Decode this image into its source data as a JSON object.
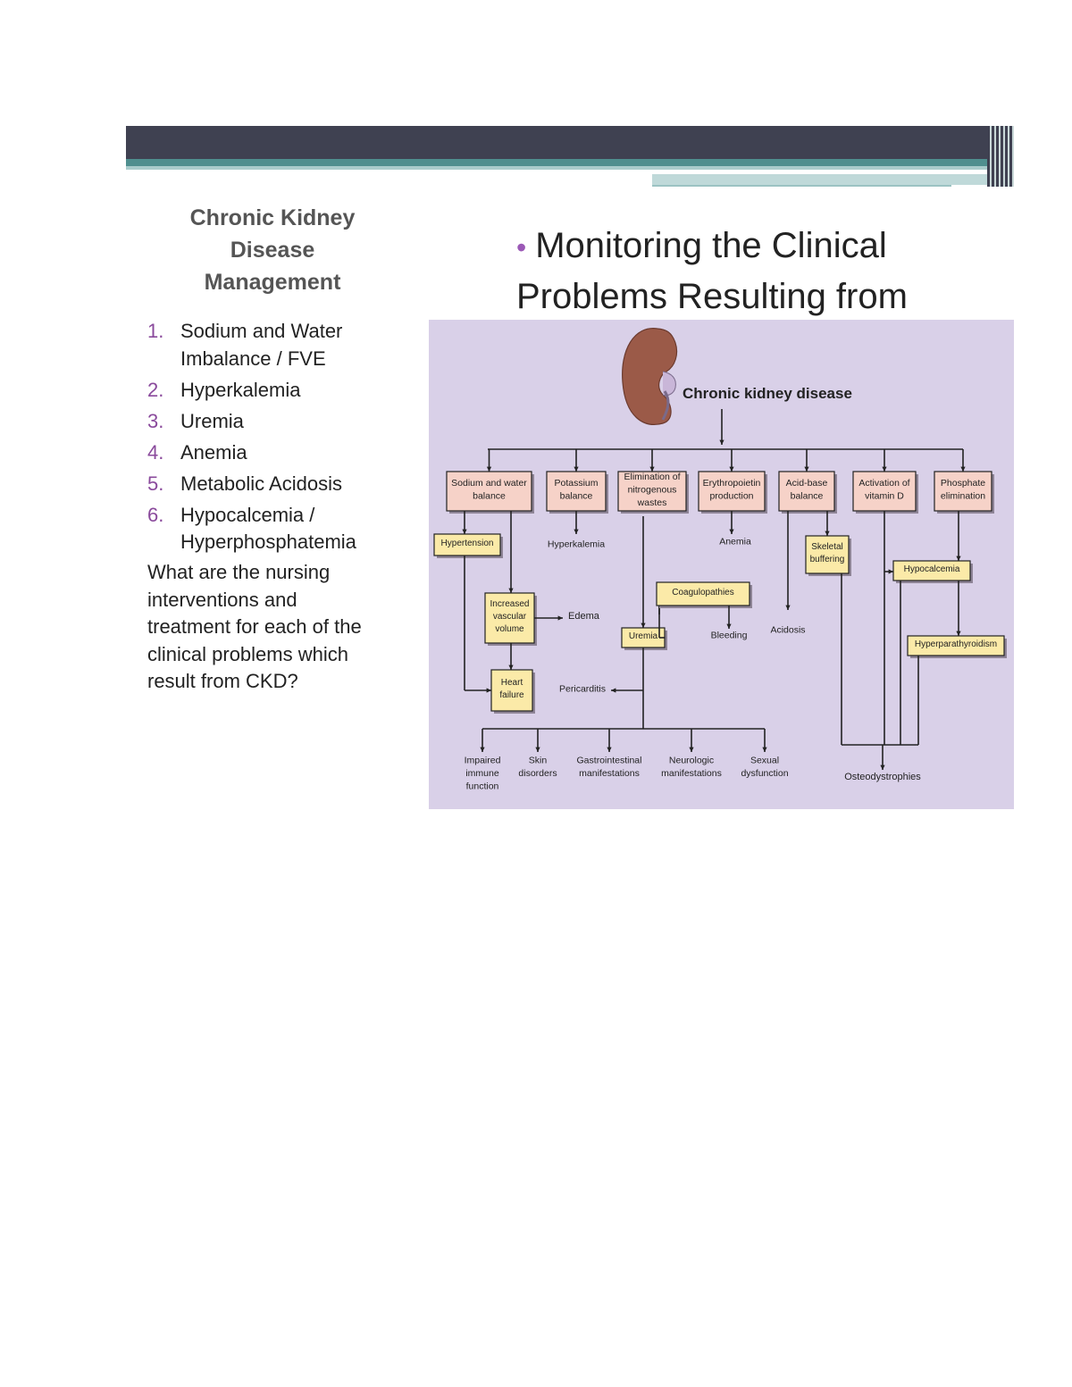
{
  "sidebar": {
    "title_lines": [
      "Chronic Kidney",
      "Disease",
      "Management"
    ],
    "items": [
      {
        "num": "1.",
        "lines": [
          "Sodium and Water",
          "Imbalance / FVE"
        ]
      },
      {
        "num": "2.",
        "lines": [
          "Hyperkalemia"
        ]
      },
      {
        "num": "3.",
        "lines": [
          "Uremia"
        ]
      },
      {
        "num": "4.",
        "lines": [
          "Anemia"
        ]
      },
      {
        "num": "5.",
        "lines": [
          "Metabolic Acidosis"
        ]
      },
      {
        "num": "6.",
        "lines": [
          "Hypocalcemia /",
          "Hyperphosphatemia"
        ]
      }
    ],
    "question_lines": [
      "What are the nursing",
      "interventions and",
      "treatment for each of the",
      "clinical problems which",
      "result from CKD?"
    ]
  },
  "main": {
    "bullet": "•",
    "heading_lines": [
      "Monitoring the Clinical",
      "Problems Resulting from"
    ]
  },
  "diagram": {
    "root": "Chronic kidney disease",
    "categories": [
      {
        "lines": [
          "Sodium and water",
          "balance"
        ]
      },
      {
        "lines": [
          "Potassium",
          "balance"
        ]
      },
      {
        "lines": [
          "Elimination of",
          "nitrogenous",
          "wastes"
        ]
      },
      {
        "lines": [
          "Erythropoietin",
          "production"
        ]
      },
      {
        "lines": [
          "Acid-base",
          "balance"
        ]
      },
      {
        "lines": [
          "Activation of",
          "vitamin D"
        ]
      },
      {
        "lines": [
          "Phosphate",
          "elimination"
        ]
      }
    ],
    "problem_boxes": {
      "hypertension": [
        "Hypertension"
      ],
      "increased_volume": [
        "Increased",
        "vascular",
        "volume"
      ],
      "heart_failure": [
        "Heart",
        "failure"
      ],
      "coagulopathies": [
        "Coagulopathies"
      ],
      "uremia": [
        "Uremia"
      ],
      "skeletal": [
        "Skeletal",
        "buffering"
      ],
      "hypocalcemia": [
        "Hypocalcemia"
      ],
      "hyperpara": [
        "Hyperparathyroidism"
      ]
    },
    "plain_labels": {
      "hyperkalemia": "Hyperkalemia",
      "anemia": "Anemia",
      "edema": "Edema",
      "bleeding": "Bleeding",
      "acidosis": "Acidosis",
      "pericarditis": "Pericarditis"
    },
    "outcomes": [
      {
        "lines": [
          "Impaired",
          "immune",
          "function"
        ]
      },
      {
        "lines": [
          "Skin",
          "disorders"
        ]
      },
      {
        "lines": [
          "Gastrointestinal",
          "manifestations"
        ]
      },
      {
        "lines": [
          "Neurologic",
          "manifestations"
        ]
      },
      {
        "lines": [
          "Sexual",
          "dysfunction"
        ]
      }
    ],
    "osteo": "Osteodystrophies",
    "colors": {
      "background": "#d9d0e8",
      "category_fill": "#f6d2c8",
      "problem_fill": "#fbeaa8",
      "line": "#222222",
      "kidney": "#9b5a48"
    }
  }
}
